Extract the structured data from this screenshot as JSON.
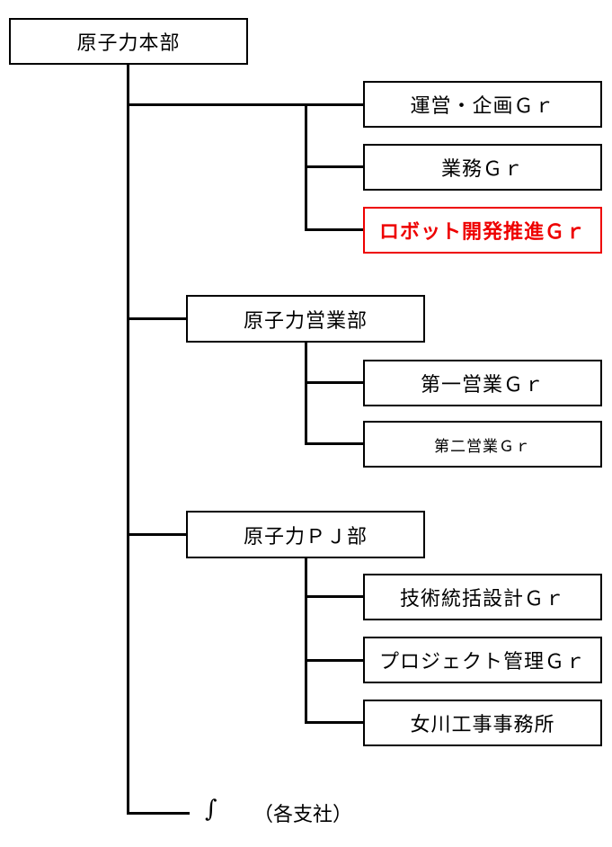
{
  "org_chart": {
    "root": {
      "label": "原子力本部"
    },
    "groups": [
      {
        "label": "運営・企画Ｇｒ"
      },
      {
        "label": "業務Ｇｒ"
      },
      {
        "label": "ロボット開発推進Ｇｒ"
      }
    ],
    "departments": [
      {
        "label": "原子力営業部",
        "children": [
          {
            "label": "第一営業Ｇｒ"
          },
          {
            "label": "第二営業Ｇｒ"
          }
        ]
      },
      {
        "label": "原子力ＰＪ部",
        "children": [
          {
            "label": "技術統括設計Ｇｒ"
          },
          {
            "label": "プロジェクト管理Ｇｒ"
          },
          {
            "label": "女川工事事務所"
          }
        ]
      }
    ],
    "footer": {
      "ellipsis_glyph": "∫",
      "label": "（各支社）"
    },
    "colors": {
      "line": "#000000",
      "highlight": "#ee0000"
    }
  }
}
